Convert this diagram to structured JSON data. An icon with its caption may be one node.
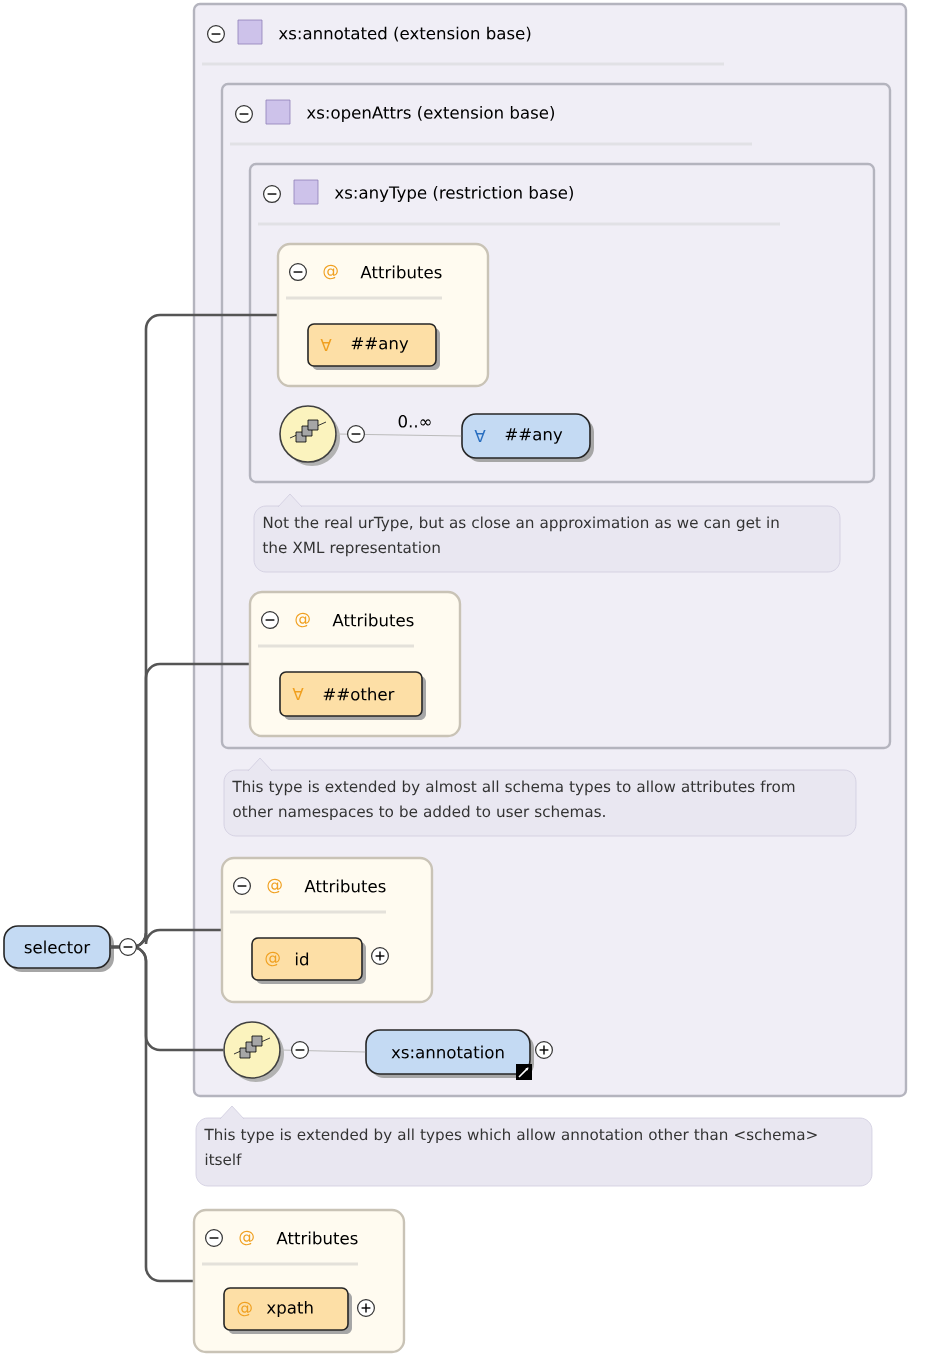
{
  "diagram": {
    "nodes": [
      {
        "text": [
          "selector"
        ]
      },
      {
        "text": [
          "xs:annotated (extension base)"
        ]
      },
      {
        "text": [
          "xs:openAttrs (extension base)"
        ],
        "in": 1
      },
      {
        "text": [
          "xs:anyType (restriction base)"
        ],
        "in": 2
      },
      {
        "text": [
          "@",
          "Attributes"
        ],
        "in": 3
      },
      {
        "text": [
          "∀",
          "##any"
        ],
        "in": 4
      },
      {
        "text": [],
        "shape": "circle",
        "in": 3
      },
      {
        "text": [
          "∀",
          "##any"
        ],
        "in": 3
      },
      {
        "text": [
          "Not the real urType, but as close an approximation as we can get in the XML representation"
        ],
        "in": 2
      },
      {
        "text": [
          "@",
          "Attributes"
        ],
        "in": 2
      },
      {
        "text": [
          "∀",
          "##other"
        ],
        "in": 9
      },
      {
        "text": [
          "This type is extended by almost all schema types to allow attributes from other namespaces to be added to user schemas."
        ],
        "in": 1
      },
      {
        "text": [
          "@",
          "Attributes"
        ],
        "in": 1
      },
      {
        "text": [
          "@",
          "id"
        ],
        "in": 12
      },
      {
        "text": [],
        "shape": "circle",
        "in": 1
      },
      {
        "text": [
          "xs:annotation"
        ],
        "in": 1
      },
      {
        "text": [
          "This type is extended by all types which allow annotation other than <schema> itself"
        ]
      },
      {
        "text": [
          "@",
          "Attributes"
        ]
      },
      {
        "text": [
          "@",
          "xpath"
        ],
        "in": 17
      }
    ],
    "edges": [
      {
        "from": 0,
        "to": 4,
        "arrow": "none"
      },
      {
        "from": 0,
        "to": 9,
        "arrow": "none"
      },
      {
        "from": 0,
        "to": 12,
        "arrow": "none"
      },
      {
        "from": 0,
        "to": 14,
        "arrow": "none"
      },
      {
        "from": 0,
        "to": 17,
        "arrow": "none"
      },
      {
        "from": 6,
        "to": 7,
        "arrow": "none",
        "label": "0..∞",
        "color": "#bbbbbb"
      },
      {
        "from": 14,
        "to": 15,
        "arrow": "none",
        "color": "#bbbbbb"
      }
    ]
  }
}
